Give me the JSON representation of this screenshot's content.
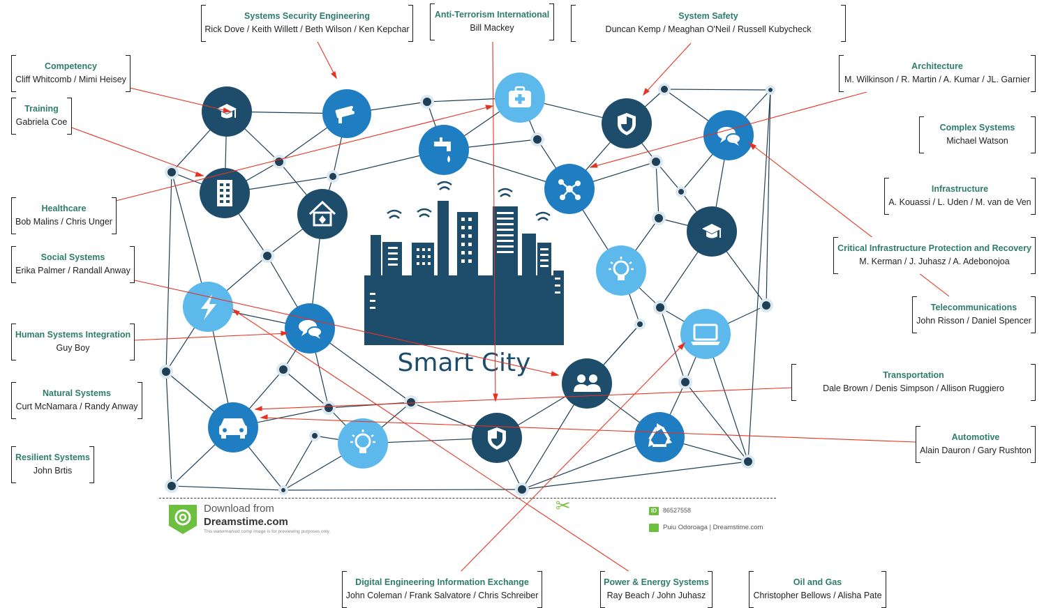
{
  "diagram_title": "Smart City",
  "footer": {
    "download_line1": "Download from",
    "download_line2": "Dreamstime.com",
    "download_line3": "This watermarked comp image is for previewing purposes only.",
    "id_badge": "ID",
    "image_id": "86527558",
    "credit": "Puiu Odoroaga | Dreamstime.com"
  },
  "colors": {
    "dark_node": "#1e4d6b",
    "mid_node": "#1f7dc2",
    "light_node": "#5db8ec",
    "title_green": "#2e7d6b",
    "arrow": "#e53322",
    "city": "#1e4d6b"
  },
  "labels": [
    {
      "id": "systems-security-engineering",
      "title": "Systems Security Engineering",
      "names": "Rick Dove / Keith Willett / Beth Wilson / Ken Kepchar"
    },
    {
      "id": "anti-terrorism-international",
      "title": "Anti-Terrorism International",
      "names": "Bill Mackey"
    },
    {
      "id": "system-safety",
      "title": "System Safety",
      "names": "Duncan Kemp / Meaghan O'Neil / Russell Kubycheck"
    },
    {
      "id": "competency",
      "title": "Competency",
      "names": "Cliff Whitcomb / Mimi Heisey"
    },
    {
      "id": "training",
      "title": "Training",
      "names": "Gabriela Coe"
    },
    {
      "id": "healthcare",
      "title": "Healthcare",
      "names": "Bob Malins / Chris Unger"
    },
    {
      "id": "social-systems",
      "title": "Social Systems",
      "names": "Erika Palmer / Randall Anway"
    },
    {
      "id": "human-systems-integration",
      "title": "Human Systems Integration",
      "names": "Guy Boy"
    },
    {
      "id": "natural-systems",
      "title": "Natural Systems",
      "names": "Curt McNamara / Randy Anway"
    },
    {
      "id": "resilient-systems",
      "title": "Resilient Systems",
      "names": "John Brtis"
    },
    {
      "id": "architecture",
      "title": "Architecture",
      "names": "M. Wilkinson / R. Martin / A. Kumar / JL. Garnier"
    },
    {
      "id": "complex-systems",
      "title": "Complex Systems",
      "names": "Michael Watson"
    },
    {
      "id": "infrastructure",
      "title": "Infrastructure",
      "names": "A. Kouassi / L. Uden / M. van de Ven"
    },
    {
      "id": "critical-infrastructure",
      "title": "Critical Infrastructure Protection and Recovery",
      "names": "M. Kerman / J. Juhasz / A. Adebonojoa"
    },
    {
      "id": "telecommunications",
      "title": "Telecommunications",
      "names": "John Risson / Daniel Spencer"
    },
    {
      "id": "transportation",
      "title": "Transportation",
      "names": "Dale Brown / Denis Simpson / Allison Ruggiero"
    },
    {
      "id": "automotive",
      "title": "Automotive",
      "names": "Alain Dauron / Gary Rushton"
    },
    {
      "id": "digital-engineering",
      "title": "Digital Engineering Information Exchange",
      "names": "John Coleman / Frank Salvatore / Chris Schreiber"
    },
    {
      "id": "power-energy",
      "title": "Power & Energy Systems",
      "names": "Ray Beach / John Juhasz"
    },
    {
      "id": "oil-gas",
      "title": "Oil and Gas",
      "names": "Christopher Bellows / Alisha Pate"
    }
  ],
  "icons": [
    {
      "id": "graduation-cap-icon",
      "tone": "dark"
    },
    {
      "id": "security-camera-icon",
      "tone": "mid"
    },
    {
      "id": "first-aid-kit-icon",
      "tone": "light"
    },
    {
      "id": "water-tap-icon",
      "tone": "mid"
    },
    {
      "id": "shield-icon",
      "tone": "dark"
    },
    {
      "id": "chat-bubbles-icon",
      "tone": "mid"
    },
    {
      "id": "building-icon",
      "tone": "dark"
    },
    {
      "id": "smart-home-icon",
      "tone": "dark"
    },
    {
      "id": "network-share-icon",
      "tone": "mid"
    },
    {
      "id": "graduation-cap-icon",
      "tone": "dark"
    },
    {
      "id": "light-bulb-icon",
      "tone": "light"
    },
    {
      "id": "lightning-bolt-icon",
      "tone": "light"
    },
    {
      "id": "chat-bubbles-icon",
      "tone": "mid"
    },
    {
      "id": "laptop-icon",
      "tone": "light"
    },
    {
      "id": "people-group-icon",
      "tone": "dark"
    },
    {
      "id": "car-icon",
      "tone": "mid"
    },
    {
      "id": "light-bulb-gear-icon",
      "tone": "light"
    },
    {
      "id": "shield-icon",
      "tone": "dark"
    },
    {
      "id": "recycle-icon",
      "tone": "mid"
    }
  ]
}
